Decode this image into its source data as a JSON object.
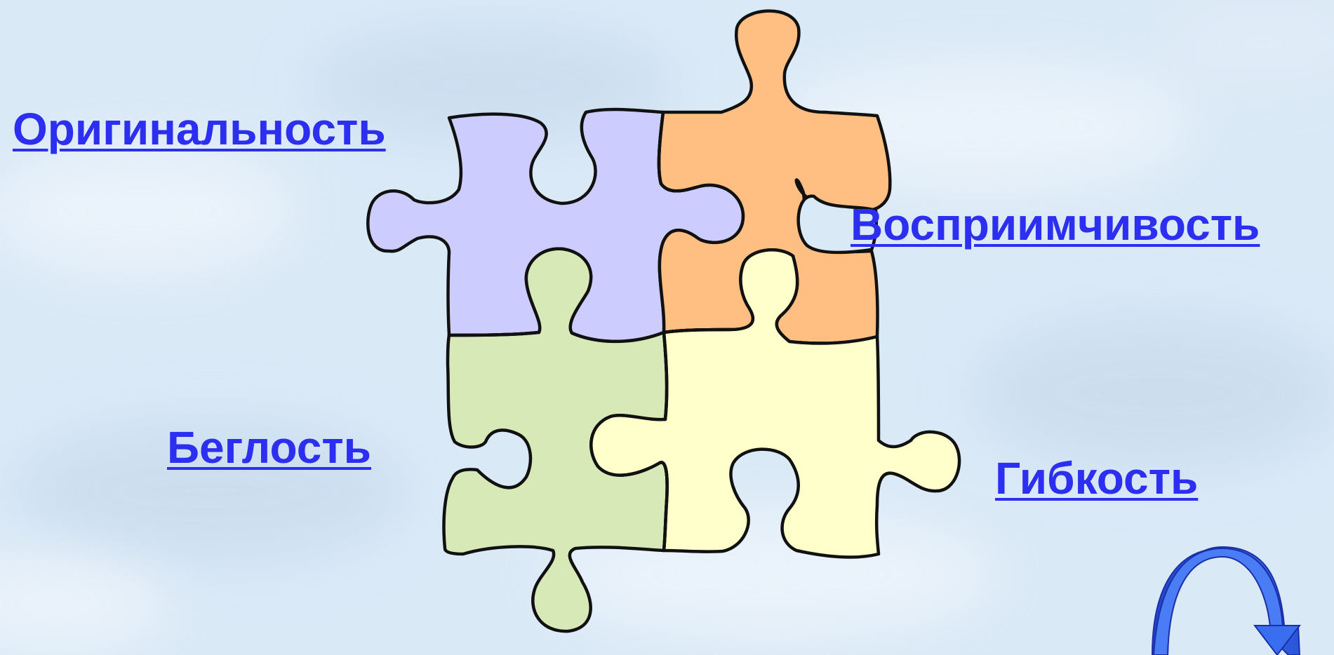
{
  "colors": {
    "background": "#dae9f6",
    "link": "#2c2ef0",
    "outline": "#111111",
    "piece_purple": "#ccccff",
    "piece_orange": "#ffbe82",
    "piece_green": "#d8e9b8",
    "piece_yellow": "#ffffcc",
    "arrow": "#2f62dc"
  },
  "pieces": [
    {
      "id": "purple",
      "icon": "puzzle-piece"
    },
    {
      "id": "orange",
      "icon": "puzzle-piece"
    },
    {
      "id": "green",
      "icon": "puzzle-piece"
    },
    {
      "id": "yellow",
      "icon": "puzzle-piece"
    }
  ],
  "labels": {
    "originality": "Оригинальность",
    "receptivity": "Восприимчивость",
    "fluency": "Беглость",
    "flexibility": "Гибкость"
  },
  "navigation": {
    "return_icon": "curved-return-arrow"
  }
}
